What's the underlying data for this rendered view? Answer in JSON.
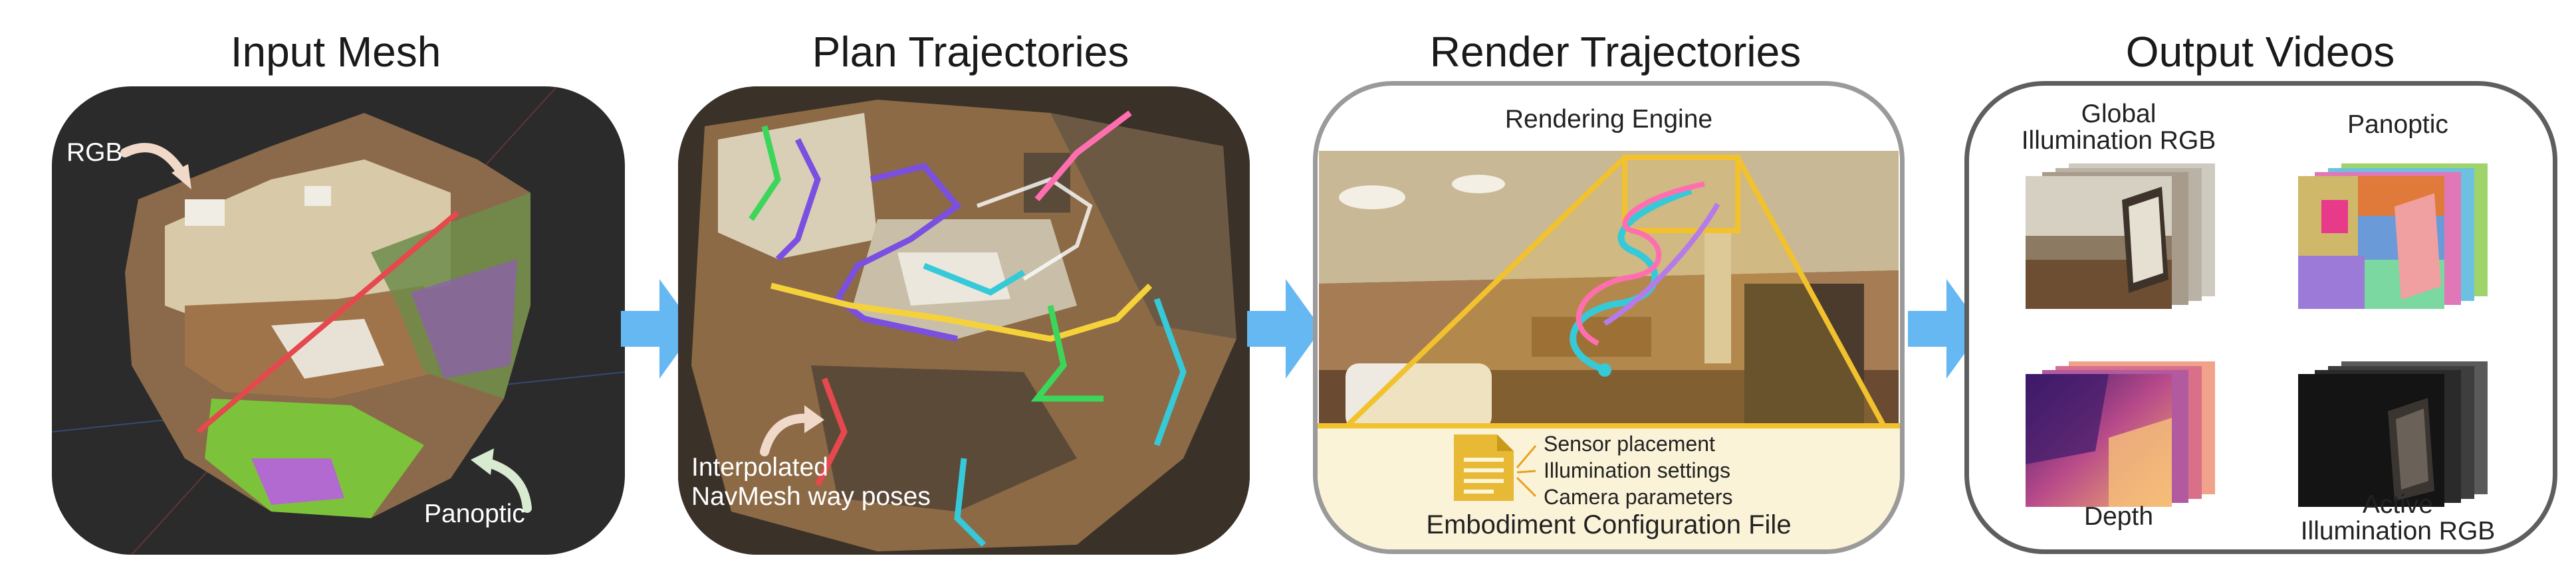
{
  "stages": {
    "input_mesh": {
      "title": "Input Mesh",
      "labels": {
        "rgb": "RGB",
        "panoptic": "Panoptic"
      }
    },
    "plan": {
      "title": "Plan Trajectories",
      "labels": {
        "interp_line1": "Interpolated",
        "interp_line2": "NavMesh way poses"
      }
    },
    "render": {
      "title": "Render Trajectories",
      "engine": "Rendering Engine",
      "config_items": [
        "Sensor placement",
        "Illumination settings",
        "Camera parameters"
      ],
      "config_file": "Embodiment Configuration File"
    },
    "output": {
      "title": "Output Videos",
      "videos": {
        "global_line1": "Global",
        "global_line2": "Illumination RGB",
        "panoptic": "Panoptic",
        "depth": "Depth",
        "active_line1": "Active",
        "active_line2": "Illumination RGB"
      }
    }
  },
  "colors": {
    "arrow": "#66b8f2",
    "dark_panel": "#2b2b2b",
    "config_bg": "#fbf3d8",
    "frustum": "#f2c12e",
    "traj_red": "#e5484d",
    "traj_purple": "#7b4fe0",
    "traj_yellow": "#f6d23a",
    "traj_pink": "#ff6fb0",
    "traj_green": "#3cd65a",
    "traj_cyan": "#36c9d8"
  }
}
